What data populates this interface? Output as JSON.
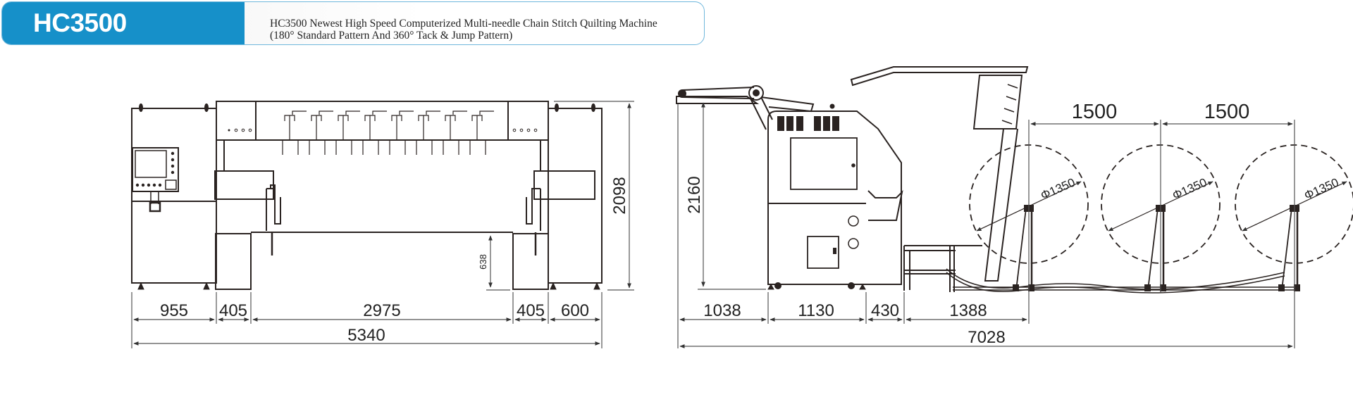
{
  "header": {
    "model": "HC3500",
    "description_line1": "HC3500 Newest High Speed Computerized Multi-needle Chain Stitch Quilting Machine",
    "description_line2": "(180°  Standard Pattern And 360°  Tack & Jump Pattern)",
    "accent_color": "#1690c9"
  },
  "front_view": {
    "width_segments": [
      "955",
      "405",
      "2975",
      "405",
      "600"
    ],
    "total_width": "5340",
    "height": "2098",
    "table_height": "638"
  },
  "side_view": {
    "width_segments": [
      "1038",
      "1130",
      "430",
      "1388"
    ],
    "total_length": "7028",
    "height": "2160",
    "roll_spacing": [
      "1500",
      "1500"
    ],
    "roll_diameter_labels": [
      "Φ1350",
      "Φ1350",
      "Φ1350"
    ]
  }
}
